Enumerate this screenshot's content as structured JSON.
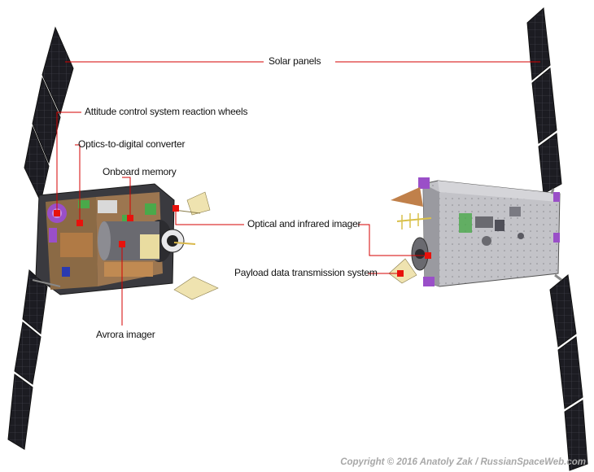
{
  "labels": {
    "solar_panels": "Solar panels",
    "reaction_wheels": "Attitude control system reaction wheels",
    "optics_converter": "Optics-to-digital converter",
    "onboard_memory": "Onboard memory",
    "optical_ir_imager": "Optical and infrared imager",
    "payload_data": "Payload data transmission system",
    "avrora_imager": "Avrora imager"
  },
  "copyright": "Copyright © 2016 Anatoly Zak / RussianSpaceWeb.com",
  "colors": {
    "leader_line": "#d40000",
    "marker": "#e8120c",
    "panel_dark": "#1e1e24",
    "panel_grid": "#5a5a66",
    "bus_gray": "#b9b9bf",
    "bus_dark": "#3a3a3f",
    "copper": "#b87a43",
    "purple": "#9a4fc8",
    "green": "#4aa94a",
    "cream": "#efe3b0"
  }
}
